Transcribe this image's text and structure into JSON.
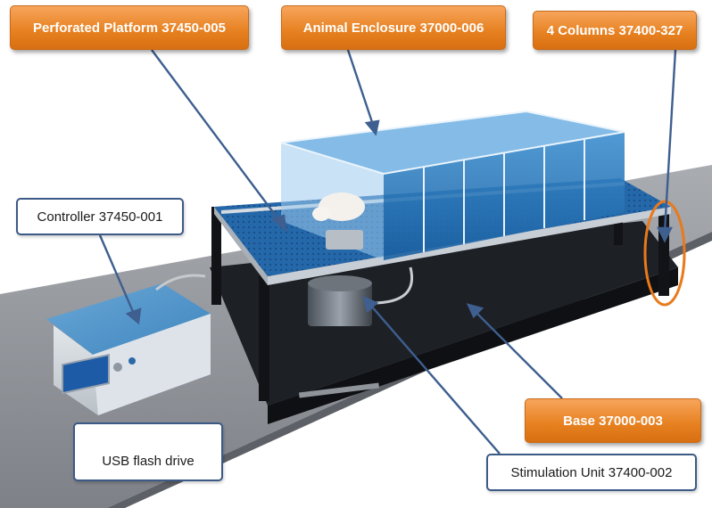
{
  "labels": {
    "perforated_platform": "Perforated Platform 37450-005",
    "animal_enclosure": "Animal Enclosure 37000-006",
    "columns": "4 Columns 37400-327",
    "controller": "Controller 37450-001",
    "base": "Base 37000-003",
    "usb": "USB flash drive",
    "stimulation_unit": "Stimulation  Unit 37400-002"
  },
  "colors": {
    "orange_label": "#e6801f",
    "label_border": "#3c5a86",
    "pointer_line": "#3e5f8f",
    "highlight_ellipse": "#e87a1c",
    "enclosure_blue": "#1f6fb5",
    "controller_blue": "#4e94c9",
    "bench_gray": "#8a8d92",
    "base_black": "#16181c"
  }
}
